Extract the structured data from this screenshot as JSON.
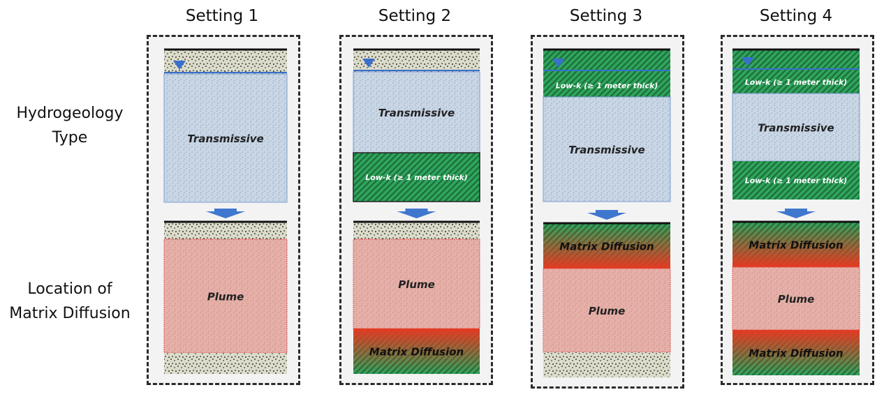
{
  "row_labels": {
    "hydrogeology": [
      "Hydrogeology",
      "Type"
    ],
    "matrix": [
      "Location of",
      "Matrix Diffusion"
    ]
  },
  "settings": [
    {
      "title": "Setting 1",
      "top": [
        {
          "type": "gravel"
        },
        {
          "type": "transmissive",
          "label": "Transmissive"
        }
      ],
      "bottom": [
        {
          "type": "gravel"
        },
        {
          "type": "plume",
          "label": "Plume"
        },
        {
          "type": "gravel"
        }
      ]
    },
    {
      "title": "Setting 2",
      "top": [
        {
          "type": "gravel"
        },
        {
          "type": "transmissive",
          "label": "Transmissive"
        },
        {
          "type": "lowk",
          "label": "Low-k (≥ 1 meter thick)"
        }
      ],
      "bottom": [
        {
          "type": "gravel"
        },
        {
          "type": "plume",
          "label": "Plume"
        },
        {
          "type": "matrix_up",
          "label": "Matrix Diffusion"
        }
      ]
    },
    {
      "title": "Setting 3",
      "top": [
        {
          "type": "lowk_top"
        },
        {
          "type": "lowk",
          "label": "Low-k (≥ 1 meter thick)"
        },
        {
          "type": "transmissive",
          "label": "Transmissive"
        }
      ],
      "bottom": [
        {
          "type": "matrix_down",
          "label": "Matrix Diffusion"
        },
        {
          "type": "plume",
          "label": "Plume"
        },
        {
          "type": "gravel"
        }
      ]
    },
    {
      "title": "Setting 4",
      "top": [
        {
          "type": "lowk_top"
        },
        {
          "type": "lowk",
          "label": "Low-k (≥ 1 meter thick)"
        },
        {
          "type": "transmissive",
          "label": "Transmissive"
        },
        {
          "type": "lowk",
          "label": "Low-k (≥ 1 meter thick)"
        }
      ],
      "bottom": [
        {
          "type": "matrix_down",
          "label": "Matrix Diffusion"
        },
        {
          "type": "plume",
          "label": "Plume"
        },
        {
          "type": "matrix_up",
          "label": "Matrix Diffusion"
        }
      ]
    }
  ],
  "colors": {
    "gravel_bg": "#dcdccc",
    "transmissive_bg": "#c8d6e6",
    "plume_bg": "#e6b0a8",
    "lowk_green": "#2fa55d",
    "matrix_red": "#e53a22",
    "water_table": "#3a6fcc",
    "arrow": "#3f77cf",
    "panel_border": "#2b2b2b"
  }
}
